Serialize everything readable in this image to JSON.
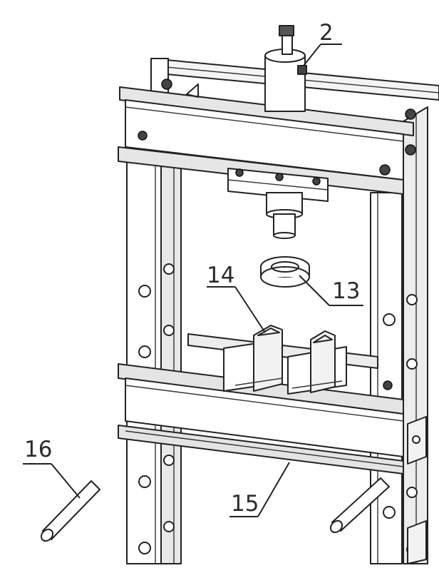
{
  "callouts": {
    "c2": "2",
    "c13": "13",
    "c14": "14",
    "c15": "15",
    "c16": "16"
  },
  "colors": {
    "line": "#222222",
    "shade": "#e4e4e4",
    "background": "#ffffff"
  }
}
